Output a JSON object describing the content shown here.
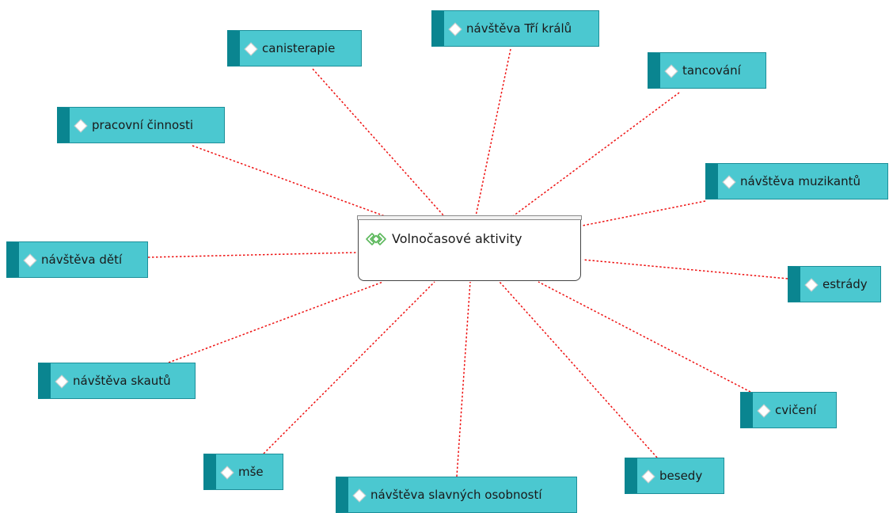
{
  "central": {
    "title": "Volnočasové aktivity",
    "icon": "double-diamond-icon"
  },
  "nodes": [
    {
      "id": "navsteva-tri-kralu",
      "label": "návštěva Tří králů"
    },
    {
      "id": "canisterapie",
      "label": "canisterapie"
    },
    {
      "id": "tancovani",
      "label": "tancování"
    },
    {
      "id": "pracovni-cinnosti",
      "label": "pracovní činnosti"
    },
    {
      "id": "navsteva-muzikantu",
      "label": "návštěva muzikantů"
    },
    {
      "id": "navsteva-deti",
      "label": "návštěva dětí"
    },
    {
      "id": "estrady",
      "label": "estrády"
    },
    {
      "id": "navsteva-skautu",
      "label": "návštěva skautů"
    },
    {
      "id": "cviceni",
      "label": "cvičení"
    },
    {
      "id": "mse",
      "label": "mše"
    },
    {
      "id": "besedy",
      "label": "besedy"
    },
    {
      "id": "navsteva-slavnych-osobnosti",
      "label": "návštěva slavných osobností"
    }
  ],
  "colors": {
    "node_fill": "#4bc8d0",
    "node_stripe": "#0a8590",
    "connector": "#ee1111"
  }
}
